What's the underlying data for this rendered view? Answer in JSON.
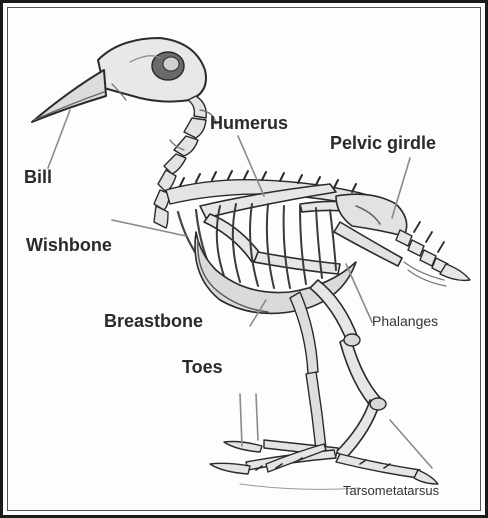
{
  "labels": {
    "bill": "Bill",
    "humerus": "Humerus",
    "pelvic_girdle": "Pelvic girdle",
    "wishbone": "Wishbone",
    "breastbone": "Breastbone",
    "phalanges": "Phalanges",
    "toes": "Toes",
    "tarsometatarsus": "Tarsometatarsus"
  },
  "colors": {
    "bone": "#e9e9e9",
    "bone_shade": "#9a9a9a",
    "outline": "#2b2b2b",
    "leader": "#8a8a8a",
    "text": "#2a2a2a"
  }
}
